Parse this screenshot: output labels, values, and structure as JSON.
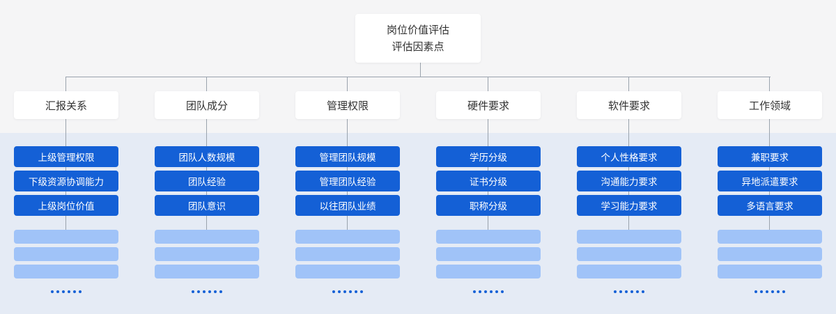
{
  "root": {
    "line1": "岗位价值评估",
    "line2": "评估因素点"
  },
  "categories": [
    {
      "label": "汇报关系",
      "items": [
        "上级管理权限",
        "下级资源协调能力",
        "上级岗位价值"
      ]
    },
    {
      "label": "团队成分",
      "items": [
        "团队人数规模",
        "团队经验",
        "团队意识"
      ]
    },
    {
      "label": "管理权限",
      "items": [
        "管理团队规模",
        "管理团队经验",
        "以往团队业绩"
      ]
    },
    {
      "label": "硬件要求",
      "items": [
        "学历分级",
        "证书分级",
        "职称分级"
      ]
    },
    {
      "label": "软件要求",
      "items": [
        "个人性格要求",
        "沟通能力要求",
        "学习能力要求"
      ]
    },
    {
      "label": "工作领域",
      "items": [
        "兼职要求",
        "异地派遣要求",
        "多语言要求"
      ]
    }
  ],
  "placeholder_rows_per_column": 3,
  "ellipsis_dot_count": 6,
  "colors": {
    "item_blue": "#1460d6",
    "placeholder_blue": "#a0c3f8",
    "band_background": "#e5ebf5",
    "connector": "#9aa3ad"
  }
}
